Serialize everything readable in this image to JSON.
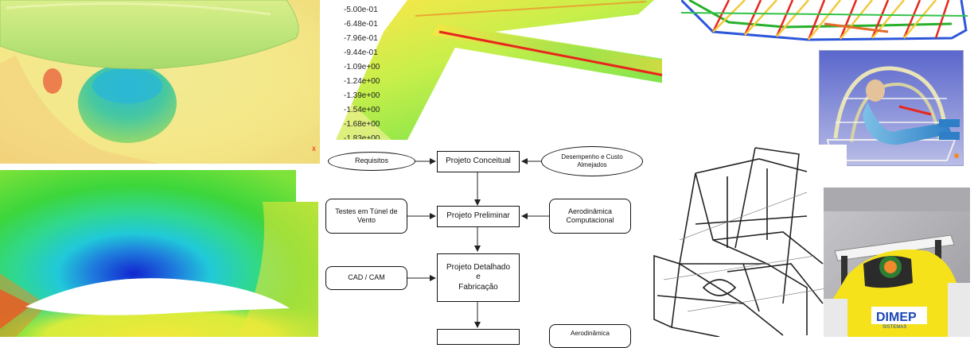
{
  "scale": {
    "labels": [
      "-5.00e-01",
      "-6.48e-01",
      "-7.96e-01",
      "-9.44e-01",
      "-1.09e+00",
      "-1.24e+00",
      "-1.39e+00",
      "-1.54e+00",
      "-1.68e+00",
      "-1.83e+00"
    ]
  },
  "flowchart": {
    "requisitos": "Requisitos",
    "conceitual": "Projeto Conceitual",
    "desempenho": "Desempenho e Custo\nAlmejados",
    "tunel": "Testes em Túnel de\nVento",
    "preliminar": "Projeto Preliminar",
    "aero_comp": "Aerodinâmica\nComputacional",
    "cad": "CAD / CAM",
    "detalhado": "Projeto Detalhado\ne\nFabricação",
    "aero_bottom": "Aerodinâmica"
  },
  "car_livery": {
    "brand": "DIMEP",
    "sub": "SISTEMAS"
  },
  "colors": {
    "cfd_red": "#e8261c",
    "cfd_yellow": "#f2e83a",
    "cfd_green": "#33d64a",
    "cfd_cyan": "#21c9d9",
    "cfd_blue": "#1d3fd6",
    "frame_bg": "#5a6ad0",
    "car_yellow": "#f6e21a"
  },
  "icons": [
    "cfd-fuselage-image",
    "cfd-wing-image",
    "truss-frame-image",
    "cockpit-model-image",
    "airfoil-cfd-image",
    "chassis-drawing-image",
    "race-car-photo"
  ]
}
